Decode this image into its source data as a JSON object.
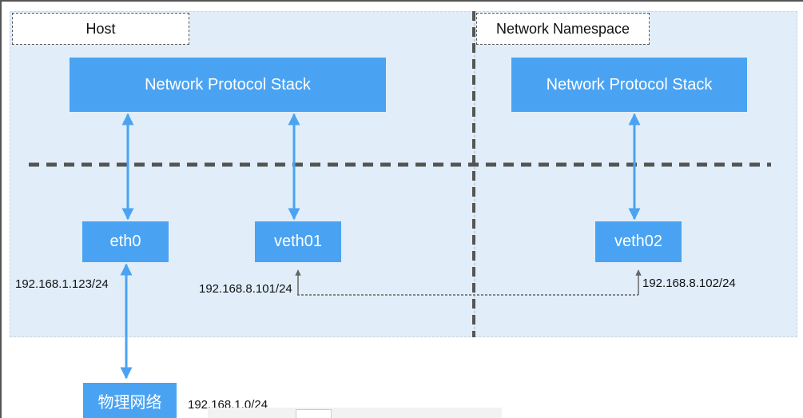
{
  "regions": {
    "host": {
      "label": "Host"
    },
    "namespace": {
      "label": "Network Namespace"
    }
  },
  "nodes": {
    "host_stack": "Network Protocol Stack",
    "ns_stack": "Network Protocol Stack",
    "eth0": "eth0",
    "veth01": "veth01",
    "veth02": "veth02",
    "physical_network": "物理网络"
  },
  "addresses": {
    "eth0_ip": "192.168.1.123/24",
    "veth01_ip": "192.168.8.101/24",
    "veth02_ip": "192.168.8.102/24",
    "physical_subnet": "192.168.1.0/24"
  },
  "colors": {
    "box_fill": "#4aa3f2",
    "region_fill": "#e1eefa",
    "arrow": "#4aa3f2",
    "divider": "#555555"
  }
}
